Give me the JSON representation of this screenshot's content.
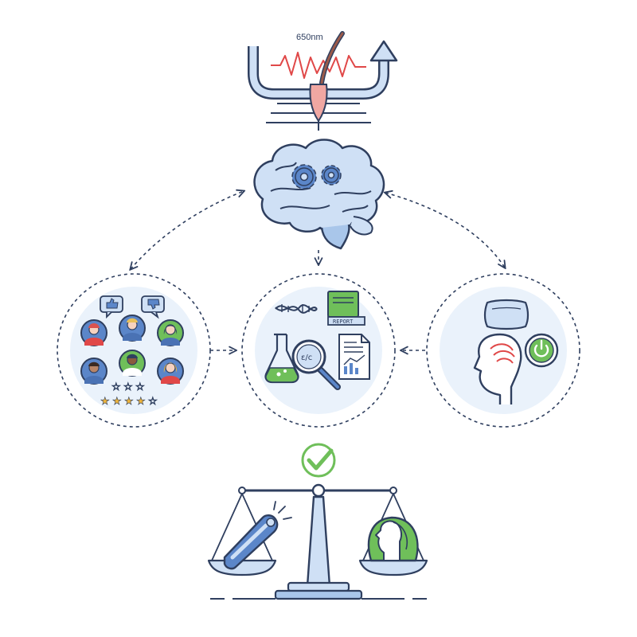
{
  "wavelength_label": "650nm",
  "report_label": "REPORT",
  "dna_label": "ε/c",
  "colors": {
    "outline": "#2f3f5f",
    "light_blue": "#cfe0f5",
    "mid_blue": "#a9c6ea",
    "gear_blue": "#5b86c9",
    "accent_red": "#e04848",
    "follicle_pink": "#f0a7a2",
    "accent_green": "#6fbf5a",
    "circle_fill": "#eaf2fb",
    "star_yellow": "#f2b63a"
  },
  "icons": [
    "u-turn-arrow-icon",
    "hair-follicle-icon",
    "brain-gears-icon",
    "people-reviews-icon",
    "research-lab-icon",
    "sleep-head-icon",
    "check-icon",
    "balance-scale-icon",
    "laser-device-icon",
    "woman-hair-icon"
  ]
}
